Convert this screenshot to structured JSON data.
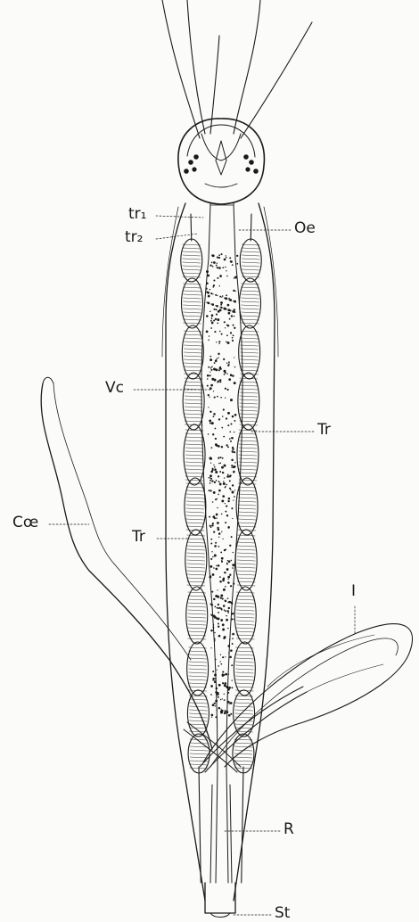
{
  "figure": {
    "labels": {
      "tr1": "tr₁",
      "tr2": "tr₂",
      "oe": "Oe",
      "vc": "Vc",
      "tr_right": "Tr",
      "coe": "Cœ",
      "tr_left": "Tr",
      "i": "I",
      "r": "R",
      "st": "St"
    },
    "colors": {
      "ink": "#1a1a1a",
      "paper": "#fbfbf9"
    }
  }
}
